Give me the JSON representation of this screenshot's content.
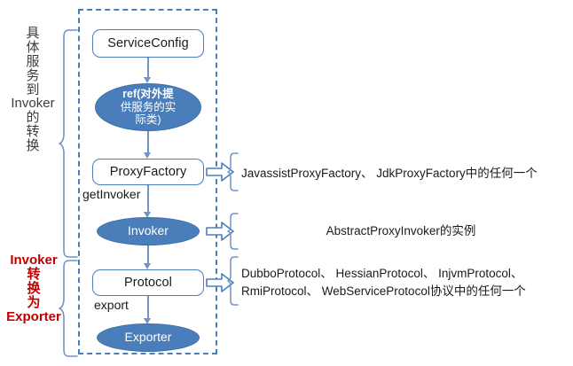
{
  "diagram": {
    "title": "Dubbo service export flow",
    "colors": {
      "accent_blue": "#4a7ebb",
      "line_blue": "#6f95c6",
      "red": "#c00000",
      "text": "#1a1a1a",
      "background": "#ffffff"
    }
  },
  "flow": {
    "nodes": [
      {
        "id": "service-config",
        "label": "ServiceConfig",
        "shape": "rounded-rect"
      },
      {
        "id": "ref",
        "shape": "ellipse",
        "lead": "ref(",
        "lines": [
          "ref(对外提",
          "供服务的实",
          "际类)"
        ],
        "label": "ref(对外提供服务的实际类)"
      },
      {
        "id": "proxy-factory",
        "label": "ProxyFactory",
        "shape": "rounded-rect"
      },
      {
        "id": "invoker",
        "label": "Invoker",
        "shape": "ellipse"
      },
      {
        "id": "protocol",
        "label": "Protocol",
        "shape": "rounded-rect"
      },
      {
        "id": "exporter",
        "label": "Exporter",
        "shape": "ellipse"
      }
    ],
    "edge_labels": {
      "get_invoker": "getInvoker",
      "export": "export"
    }
  },
  "annotations": {
    "right": [
      {
        "id": "proxy-factory-impls",
        "for": "ProxyFactory",
        "lines": [
          "JavassistProxyFactory、 JdkProxyFactory中的任何一个"
        ]
      },
      {
        "id": "invoker-impl",
        "for": "Invoker",
        "lines": [
          "AbstractProxyInvoker的实例"
        ]
      },
      {
        "id": "protocol-impls",
        "for": "Protocol",
        "lines": [
          "DubboProtocol、 HessianProtocol、 InjvmProtocol、",
          "RmiProtocol、 WebServiceProtocol协议中的任何一个"
        ]
      }
    ],
    "left": [
      {
        "id": "service-to-invoker",
        "style": "gray",
        "chars": [
          "具",
          "体",
          "服",
          "务",
          "到",
          "Invoker",
          "的",
          "转",
          "换"
        ],
        "text": "具体服务到Invoker的转换"
      },
      {
        "id": "invoker-to-exporter",
        "style": "red",
        "chars": [
          "Invoker",
          "转",
          "换",
          "为",
          "Exporter"
        ],
        "text": "Invoker转换为Exporter"
      }
    ]
  }
}
